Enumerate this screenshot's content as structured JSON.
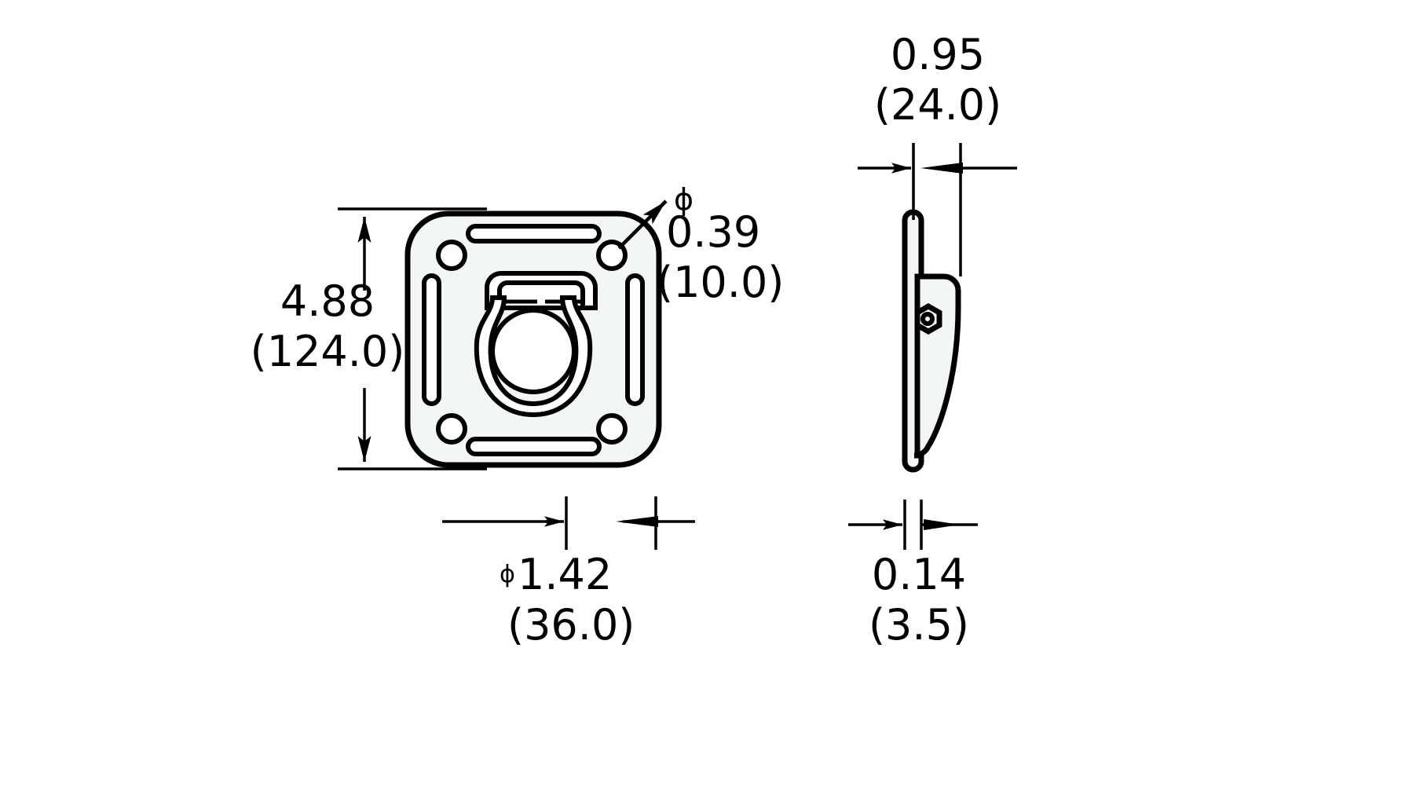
{
  "drawing": {
    "type": "engineering-dimension-drawing",
    "subject": "Recessed flush-mount D-ring tie-down anchor plate",
    "background_color": "#ffffff",
    "line_color": "#000000",
    "fill_color": "#f2f6f7",
    "units_note": "inches with millimeters in parentheses",
    "views": [
      {
        "id": "front-view",
        "label": "front view"
      },
      {
        "id": "side-view",
        "label": "side view"
      }
    ]
  },
  "dimensions": {
    "plate_height": {
      "id": "dim-plate-height",
      "symbol": "",
      "imperial": "4.88",
      "metric": "(124.0)",
      "position": "left-of-front-view",
      "orientation": "vertical"
    },
    "ring_diameter": {
      "id": "dim-ring-diameter",
      "symbol": "ϕ",
      "imperial": "1.42",
      "metric": "(36.0)",
      "position": "below-front-view",
      "orientation": "horizontal"
    },
    "hole_diameter": {
      "id": "dim-hole-diameter",
      "symbol": "ϕ",
      "imperial": "0.39",
      "metric": "(10.0)",
      "position": "right-of-front-view",
      "orientation": "leader"
    },
    "bracket_depth": {
      "id": "dim-bracket-depth",
      "symbol": "",
      "imperial": "0.95",
      "metric": "(24.0)",
      "position": "above-side-view",
      "orientation": "horizontal"
    },
    "plate_thickness": {
      "id": "dim-plate-thickness",
      "symbol": "",
      "imperial": "0.14",
      "metric": "(3.5)",
      "position": "below-side-view",
      "orientation": "horizontal"
    }
  },
  "front_view_features": {
    "plate": "rounded-square-plate",
    "corner_holes": 4,
    "slots_horizontal": 2,
    "slots_vertical": 2,
    "ring": "d-ring-with-hinge-bracket"
  },
  "side_view_features": {
    "plate_profile": "thin-vertical-plate",
    "bracket": "tapered-wedge-bracket",
    "fastener": "hex-nut"
  }
}
